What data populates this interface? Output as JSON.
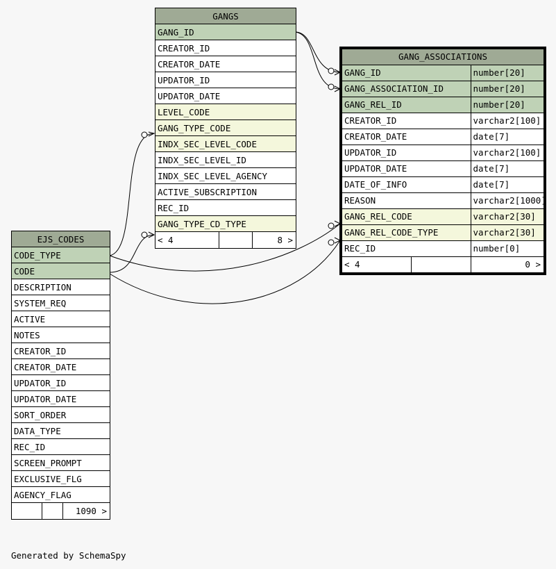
{
  "gangs": {
    "title": "GANGS",
    "columns": [
      {
        "name": "GANG_ID",
        "kind": "pk"
      },
      {
        "name": "CREATOR_ID",
        "kind": ""
      },
      {
        "name": "CREATOR_DATE",
        "kind": ""
      },
      {
        "name": "UPDATOR_ID",
        "kind": ""
      },
      {
        "name": "UPDATOR_DATE",
        "kind": ""
      },
      {
        "name": "LEVEL_CODE",
        "kind": "fk"
      },
      {
        "name": "GANG_TYPE_CODE",
        "kind": "fk"
      },
      {
        "name": "INDX_SEC_LEVEL_CODE",
        "kind": "fk"
      },
      {
        "name": "INDX_SEC_LEVEL_ID",
        "kind": ""
      },
      {
        "name": "INDX_SEC_LEVEL_AGENCY",
        "kind": ""
      },
      {
        "name": "ACTIVE_SUBSCRIPTION",
        "kind": ""
      },
      {
        "name": "REC_ID",
        "kind": ""
      },
      {
        "name": "GANG_TYPE_CD_TYPE",
        "kind": "fk"
      }
    ],
    "footer_left": "< 4",
    "footer_mid": "",
    "footer_right": "8 >"
  },
  "gang_associations": {
    "title": "GANG_ASSOCIATIONS",
    "columns": [
      {
        "name": "GANG_ID",
        "type": "number[20]",
        "kind": "pk"
      },
      {
        "name": "GANG_ASSOCIATION_ID",
        "type": "number[20]",
        "kind": "pk"
      },
      {
        "name": "GANG_REL_ID",
        "type": "number[20]",
        "kind": "pk"
      },
      {
        "name": "CREATOR_ID",
        "type": "varchar2[100]",
        "kind": ""
      },
      {
        "name": "CREATOR_DATE",
        "type": "date[7]",
        "kind": ""
      },
      {
        "name": "UPDATOR_ID",
        "type": "varchar2[100]",
        "kind": ""
      },
      {
        "name": "UPDATOR_DATE",
        "type": "date[7]",
        "kind": ""
      },
      {
        "name": "DATE_OF_INFO",
        "type": "date[7]",
        "kind": ""
      },
      {
        "name": "REASON",
        "type": "varchar2[1000]",
        "kind": ""
      },
      {
        "name": "GANG_REL_CODE",
        "type": "varchar2[30]",
        "kind": "fk"
      },
      {
        "name": "GANG_REL_CODE_TYPE",
        "type": "varchar2[30]",
        "kind": "fk"
      },
      {
        "name": "REC_ID",
        "type": "number[0]",
        "kind": ""
      }
    ],
    "footer_left": "< 4",
    "footer_mid": "",
    "footer_right": "0 >"
  },
  "ejs_codes": {
    "title": "EJS_CODES",
    "columns": [
      {
        "name": "CODE_TYPE",
        "kind": "pk"
      },
      {
        "name": "CODE",
        "kind": "pk"
      },
      {
        "name": "DESCRIPTION",
        "kind": ""
      },
      {
        "name": "SYSTEM_REQ",
        "kind": ""
      },
      {
        "name": "ACTIVE",
        "kind": ""
      },
      {
        "name": "NOTES",
        "kind": ""
      },
      {
        "name": "CREATOR_ID",
        "kind": ""
      },
      {
        "name": "CREATOR_DATE",
        "kind": ""
      },
      {
        "name": "UPDATOR_ID",
        "kind": ""
      },
      {
        "name": "UPDATOR_DATE",
        "kind": ""
      },
      {
        "name": "SORT_ORDER",
        "kind": ""
      },
      {
        "name": "DATA_TYPE",
        "kind": ""
      },
      {
        "name": "REC_ID",
        "kind": ""
      },
      {
        "name": "SCREEN_PROMPT",
        "kind": ""
      },
      {
        "name": "EXCLUSIVE_FLG",
        "kind": ""
      },
      {
        "name": "AGENCY_FLAG",
        "kind": ""
      }
    ],
    "footer_left": "",
    "footer_mid": "",
    "footer_right": "1090 >"
  },
  "footer": {
    "text": "Generated by SchemaSpy"
  }
}
